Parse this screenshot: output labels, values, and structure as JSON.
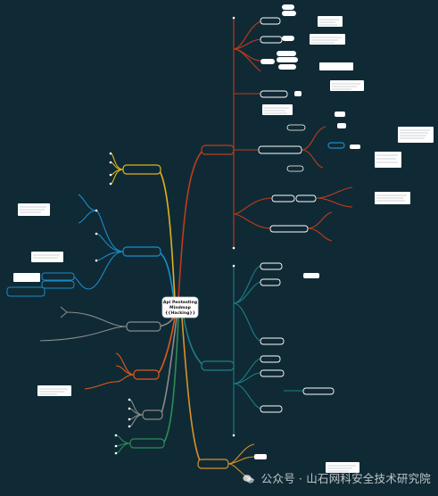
{
  "root": {
    "lines": [
      "Api Pentesting",
      "Mindmap",
      "{{Hacking}}"
    ]
  },
  "branch_colors": {
    "red": "#c23a1c",
    "yellow": "#e0b21a",
    "blue": "#1d8bc9",
    "orange": "#e25a16",
    "gray": "#8a8a8a",
    "green": "#2e8b57",
    "teal": "#1e7d86",
    "gold": "#d9902a"
  },
  "watermark": {
    "icon": "wechat-icon",
    "text": "公众号 · 山石网科安全技术研究院"
  }
}
